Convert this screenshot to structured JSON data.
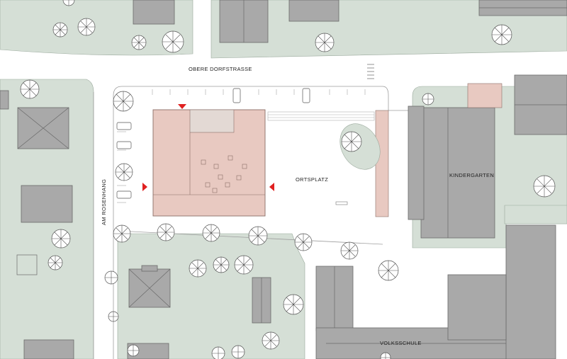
{
  "map": {
    "labels": {
      "street_north": "OBERE DORFSTRASSE",
      "street_west": "AM ROSENHANG",
      "square": "ORTSPLATZ",
      "kindergarten": "KINDERGARTEN",
      "school": "VOLKSSCHULE"
    },
    "colors": {
      "background": "#ffffff",
      "green_area": "#d5dfd6",
      "building": "#a9a9a9",
      "new_building": "#e8c9c1",
      "entrance_marker": "#e02020"
    },
    "icons": {
      "tree": "tree-symbol-icon",
      "car": "parked-car-icon",
      "entrance": "entrance-triangle-icon"
    }
  }
}
